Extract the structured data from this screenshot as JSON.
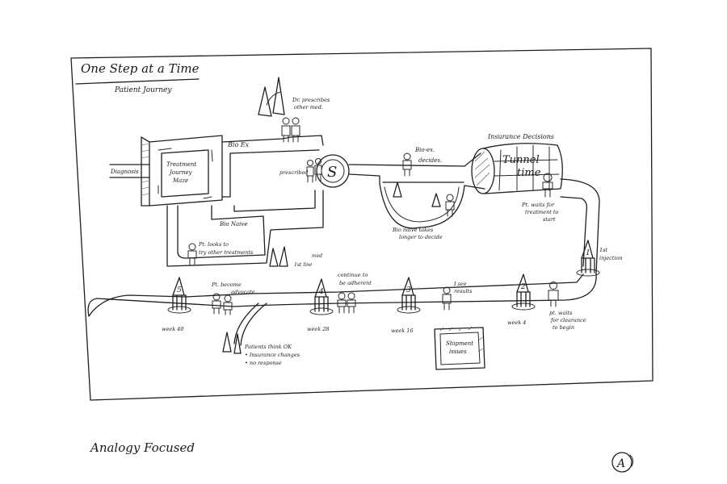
{
  "sheet": {
    "title": "One Step at a Time",
    "subtitle": "Patient Journey",
    "footer_note": "Analogy Focused",
    "variant_mark": "A"
  },
  "labels": {
    "diagnosis": "Diagnosis",
    "maze": [
      "Treatment",
      "Journey",
      "Maze"
    ],
    "bio_ex": "Bio Ex",
    "bio_naive": "Bio Naive",
    "dr_prescribes": [
      "Dr. prescribes",
      "other med."
    ],
    "prescribed": "prescribed",
    "specialty_roundabout": "S",
    "bio_ex_decides": [
      "Bio-ex.",
      "decides."
    ],
    "bio_naive_decide": [
      "Bio naive takes",
      "longer to decide"
    ],
    "insurance_decisions": "Insurance Decisions",
    "tunnel": [
      "Tunnel",
      "time"
    ],
    "pt_waits_treatment": [
      "Pt. waits for",
      "treatment to",
      "start"
    ],
    "pt_looks_other": [
      "Pt. looks to",
      "try other treatments"
    ],
    "first_line": [
      "1st line",
      "med"
    ],
    "first_injection": [
      "1st",
      "injection"
    ],
    "pt_waits_clearance": [
      "pt. waits",
      "for clearance",
      "to begin"
    ],
    "i_see_results": [
      "I see",
      "results"
    ],
    "continue_adherent": [
      "continue to",
      "be adherent"
    ],
    "pt_become_advocate": [
      "Pt. become",
      "advocate"
    ],
    "shipment_issues": [
      "Shipment",
      "issues"
    ],
    "patients_think_ok": [
      "Patients think OK",
      "• Insurance changes",
      "• no response"
    ]
  },
  "milestones": [
    {
      "number": "1",
      "label": "1st injection"
    },
    {
      "number": "2",
      "label": "week 4"
    },
    {
      "number": "3",
      "label": "week 16"
    },
    {
      "number": "4",
      "label": "week 28"
    },
    {
      "number": "5",
      "label": "week 40"
    }
  ]
}
